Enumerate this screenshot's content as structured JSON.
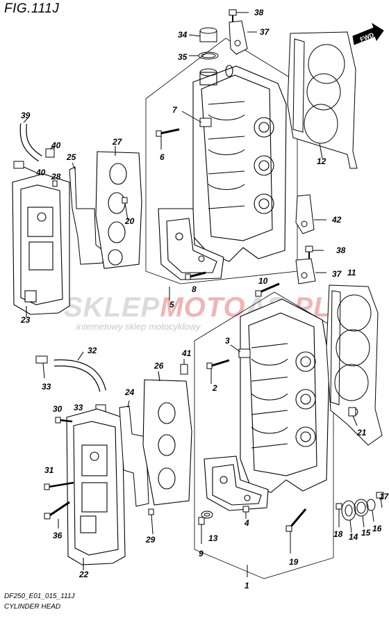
{
  "title": "FIG.111J",
  "footer": {
    "code": "DF250_E01_015_111J",
    "caption": "CYLINDER HEAD"
  },
  "watermark": {
    "brand_part1": "SKLEP",
    "brand_part2": "MOTO",
    "brand_part3": "AS",
    "brand_suffix": ".PL",
    "tagline": "internetowy sklep motocyklowy"
  },
  "fwd_label": "FWD",
  "callouts": [
    "38",
    "37",
    "34",
    "35",
    "12",
    "7",
    "6",
    "39",
    "40",
    "40",
    "27",
    "25",
    "28",
    "20",
    "42",
    "38",
    "37",
    "8",
    "11",
    "5",
    "10",
    "23",
    "3",
    "32",
    "26",
    "41",
    "2",
    "33",
    "24",
    "33",
    "30",
    "21",
    "4",
    "31",
    "1",
    "36",
    "22",
    "29",
    "9",
    "13",
    "17",
    "16",
    "15",
    "14",
    "18",
    "19"
  ]
}
